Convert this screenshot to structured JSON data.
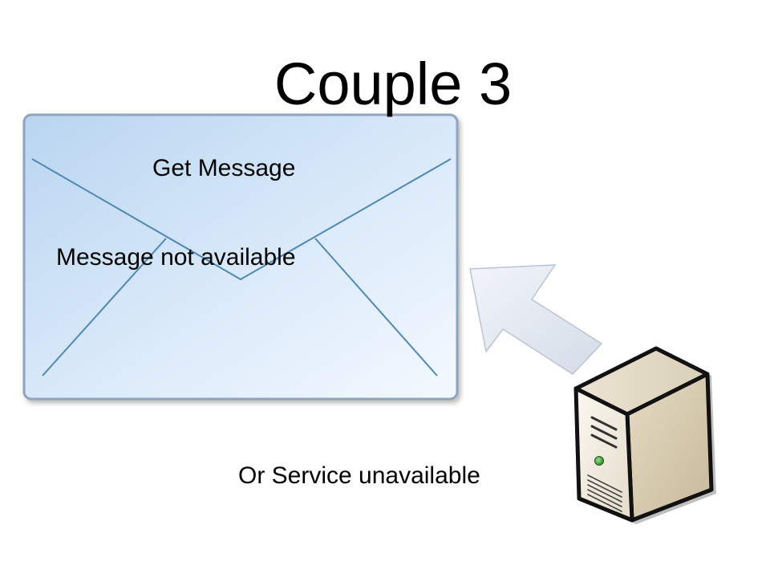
{
  "slide": {
    "title": "Couple 3"
  },
  "envelope": {
    "line1": "Get Message",
    "line2": "Message not available"
  },
  "server": {
    "caption": "Or Service unavailable"
  },
  "icons": {
    "envelope": "envelope-icon",
    "arrow": "arrow-up-left-icon",
    "server": "server-tower-icon"
  }
}
